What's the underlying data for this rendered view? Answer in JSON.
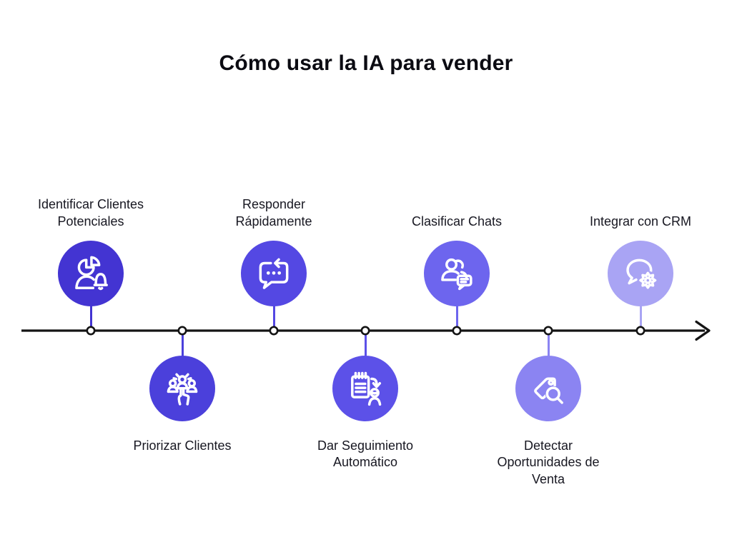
{
  "title": "Cómo usar la IA para vender",
  "timeline": {
    "direction": "left-to-right",
    "line_color": "#141414",
    "dot_style": "white circle with black outline",
    "nodes": [
      {
        "label": "Identificar Clientes Potenciales",
        "position": "above",
        "icon": "person-piechart-bell-icon",
        "color": "#4334d2"
      },
      {
        "label": "Priorizar Clientes",
        "position": "below",
        "icon": "people-pointing-hand-icon",
        "color": "#4b40db"
      },
      {
        "label": "Responder Rápidamente",
        "position": "above",
        "icon": "chat-reply-arrow-icon",
        "color": "#5448e3"
      },
      {
        "label": "Dar Seguimiento Automático",
        "position": "below",
        "icon": "clipboard-sync-person-icon",
        "color": "#5c51e8"
      },
      {
        "label": "Clasificar Chats",
        "position": "above",
        "icon": "people-chat-bubble-icon",
        "color": "#6d65ee"
      },
      {
        "label": "Detectar Oportunidades de Venta",
        "position": "below",
        "icon": "price-tag-magnifier-icon",
        "color": "#8b84f2"
      },
      {
        "label": "Integrar con CRM",
        "position": "above",
        "icon": "chat-bubble-gear-icon",
        "color": "#a9a4f4"
      }
    ]
  }
}
